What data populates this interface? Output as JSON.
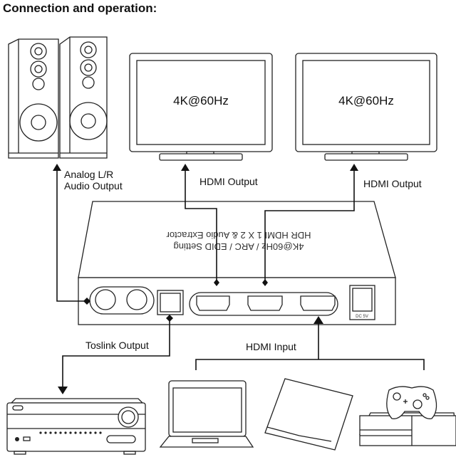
{
  "title": "Connection and operation:",
  "displays": [
    {
      "label": "4K@60Hz"
    },
    {
      "label": "4K@60Hz"
    }
  ],
  "labels": {
    "analog_line1": "Analog L/R",
    "analog_line2": "Audio Output",
    "hdmi_output_1": "HDMI Output",
    "hdmi_output_2": "HDMI Output",
    "toslink_output": "Toslink Output",
    "hdmi_input": "HDMI Input"
  },
  "device": {
    "name": "HDR HDMI 1 X 2 & Audio Extractor",
    "spec": "4K@60Hz / ARC / EDID Setting",
    "power": "DC 5V"
  }
}
